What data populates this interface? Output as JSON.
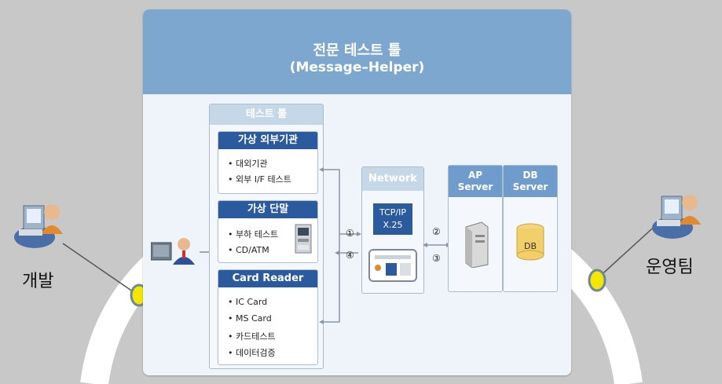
{
  "header": {
    "title": "전문 테스트 툴",
    "subtitle": "(Message–Helper)"
  },
  "tool_panel": {
    "title": "테스트 툴",
    "groups": [
      {
        "title": "가상 외부기관",
        "items": [
          "• 대외기관",
          "• 외부 I/F 테스트"
        ]
      },
      {
        "title": "가상 단말",
        "items": [
          "• 부하 테스트",
          "• CD/ATM"
        ]
      },
      {
        "title": "Card Reader",
        "items": [
          "• IC Card",
          "• MS Card",
          "• 카드테스트",
          "• 데이터검증"
        ]
      }
    ]
  },
  "network": {
    "title": "Network",
    "protocol_line1": "TCP/IP",
    "protocol_line2": "X.25"
  },
  "ap_server": {
    "line1": "AP",
    "line2": "Server"
  },
  "db_server": {
    "line1": "DB",
    "line2": "Server",
    "db_label": "DB"
  },
  "steps": {
    "s1": "①",
    "s2": "②",
    "s3": "③",
    "s4": "④"
  },
  "actors": {
    "left": "개발",
    "right": "운영팀"
  },
  "colors": {
    "background": "#c8c8c8",
    "header_blue": "#7ea7cf",
    "sub_header_blue": "#2c5a9e",
    "ring": "#ffffff",
    "connector_dot": "#f5e600"
  }
}
